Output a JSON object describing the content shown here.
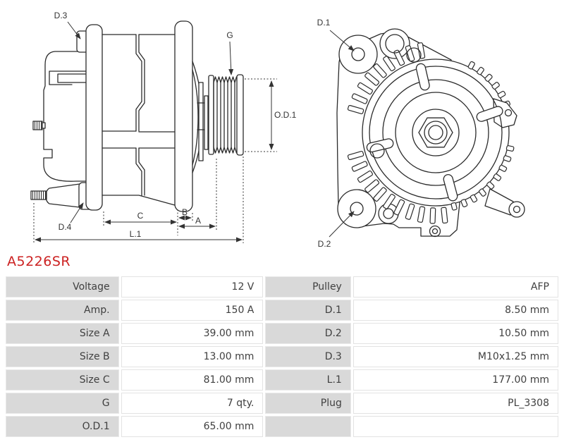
{
  "part_number": "A5226SR",
  "accent_color": "#cc2222",
  "diagrams": {
    "side_view": {
      "name": "alternator side view drawing",
      "labels": {
        "d3": "D.3",
        "d4": "D.4",
        "g": "G",
        "od1": "O.D.1",
        "c": "C",
        "b": "B",
        "a": "A",
        "l1": "L.1"
      }
    },
    "front_view": {
      "name": "alternator front view drawing",
      "labels": {
        "d1": "D.1",
        "d2": "D.2"
      }
    }
  },
  "spec_table": {
    "rows": [
      {
        "label1": "Voltage",
        "value1": "12 V",
        "label2": "Pulley",
        "value2": "AFP"
      },
      {
        "label1": "Amp.",
        "value1": "150 A",
        "label2": "D.1",
        "value2": "8.50 mm"
      },
      {
        "label1": "Size A",
        "value1": "39.00 mm",
        "label2": "D.2",
        "value2": "10.50 mm"
      },
      {
        "label1": "Size B",
        "value1": "13.00 mm",
        "label2": "D.3",
        "value2": "M10x1.25 mm"
      },
      {
        "label1": "Size C",
        "value1": "81.00 mm",
        "label2": "L.1",
        "value2": "177.00 mm"
      },
      {
        "label1": "G",
        "value1": "7 qty.",
        "label2": "Plug",
        "value2": "PL_3308"
      },
      {
        "label1": "O.D.1",
        "value1": "65.00 mm",
        "label2": "",
        "value2": ""
      }
    ]
  }
}
